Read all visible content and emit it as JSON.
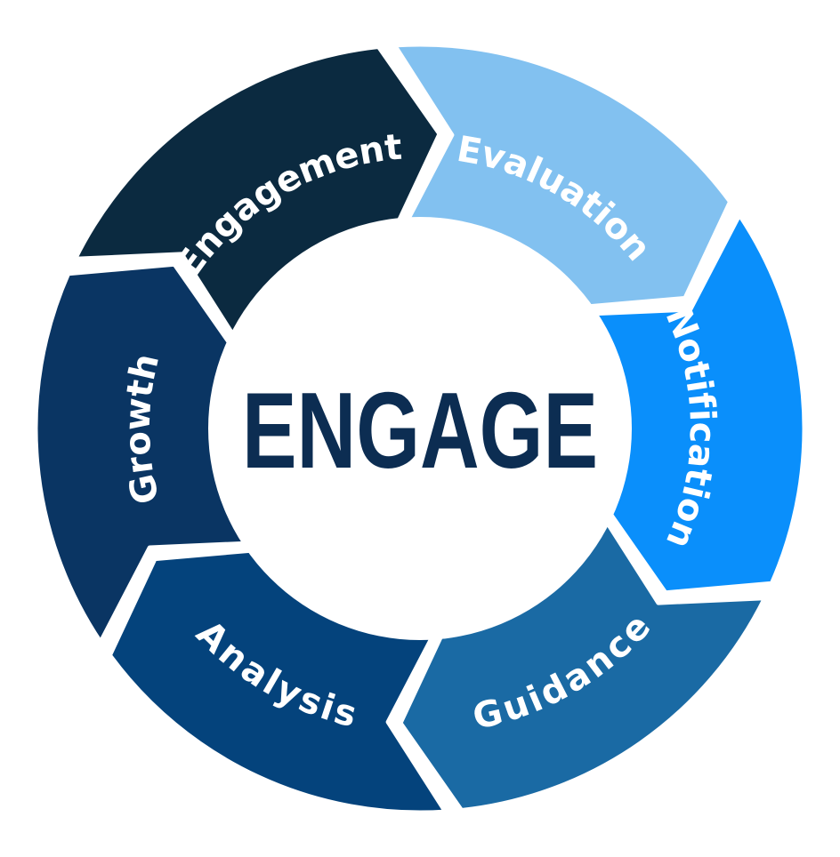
{
  "center": {
    "title": "ENGAGE",
    "color": "#0c2d52"
  },
  "segments": [
    {
      "label": "Engagement",
      "color": "#0b2a40"
    },
    {
      "label": "Evaluation",
      "color": "#82c1f0"
    },
    {
      "label": "Notification",
      "color": "#0a8ffb"
    },
    {
      "label": "Guidance",
      "color": "#1a6aa4"
    },
    {
      "label": "Analysis",
      "color": "#04437c"
    },
    {
      "label": "Growth",
      "color": "#0a3563"
    }
  ]
}
